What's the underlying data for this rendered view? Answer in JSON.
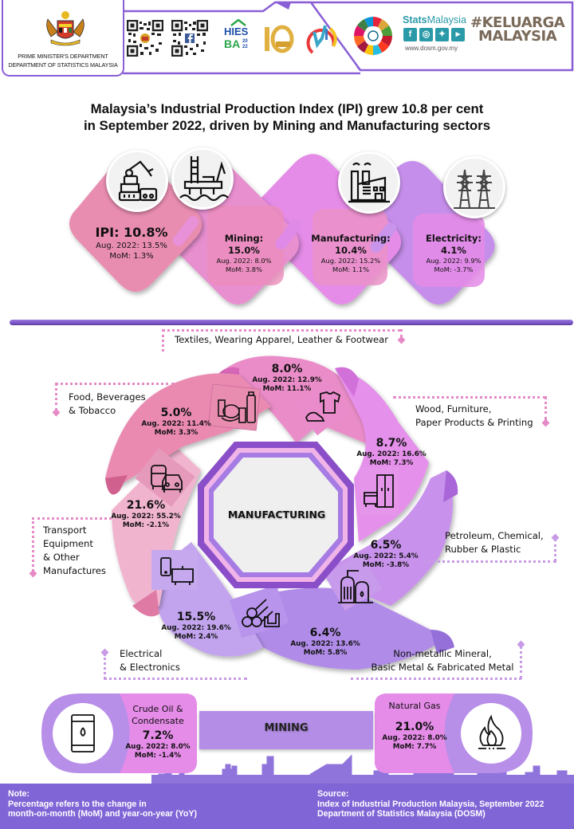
{
  "header": {
    "org_line1": "PRIME MINISTER'S DEPARTMENT",
    "org_line2": "DEPARTMENT OF STATISTICS MALAYSIA",
    "hies_logo": "HIES BA 2022",
    "stats_brand_bold": "Stats",
    "stats_brand_rest": "Malaysia",
    "social_icons": [
      "facebook-icon",
      "instagram-icon",
      "twitter-icon",
      "youtube-icon"
    ],
    "website": "www.dosm.gov.my",
    "campaign_line1": "#KELUARGA",
    "campaign_line2": "MALAYSIA"
  },
  "title": {
    "line1": "Malaysia’s Industrial Production Index (IPI) grew 10.8 per cent",
    "line2": "in September 2022, driven by Mining and Manufacturing sectors"
  },
  "sectors": [
    {
      "name": "IPI: 10.8%",
      "aug": "Aug. 2022: 13.5%",
      "mom": "MoM: 1.3%",
      "icon": "robot-arm-icon",
      "color": "#e98db0"
    },
    {
      "name": "Mining:",
      "value": "15.0%",
      "aug": "Aug. 2022: 8.0%",
      "mom": "MoM: 3.8%",
      "icon": "oil-rig-icon",
      "color": "#e88fd0"
    },
    {
      "name": "Manufacturing:",
      "value": "10.4%",
      "aug": "Aug. 2022: 15.2%",
      "mom": "MoM: 1.1%",
      "icon": "factory-icon",
      "color": "#e58be8"
    },
    {
      "name": "Electricity:",
      "value": "4.1%",
      "aug": "Aug. 2022: 9.9%",
      "mom": "MoM: -3.7%",
      "icon": "power-tower-icon",
      "color": "#c58eea"
    }
  ],
  "manufacturing": {
    "center_label": "MANUFACTURING",
    "items": [
      {
        "label": "Textiles, Wearing Apparel, Leather & Footwear",
        "value": "8.0%",
        "aug": "Aug. 2022: 12.9%",
        "mom": "MoM: 11.1%",
        "icon": "shirt-shoe-icon",
        "color": "#ea8cc8"
      },
      {
        "label": "Wood, Furniture, Paper Products & Printing",
        "label_lines": [
          "Wood, Furniture,",
          "Paper Products & Printing"
        ],
        "value": "8.7%",
        "aug": "Aug. 2022: 16.6%",
        "mom": "MoM: 7.3%",
        "icon": "furniture-icon",
        "color": "#e590ea"
      },
      {
        "label": "Petroleum, Chemical, Rubber & Plastic",
        "label_lines": [
          "Petroleum, Chemical,",
          "Rubber & Plastic"
        ],
        "value": "6.5%",
        "aug": "Aug. 2022: 5.4%",
        "mom": "MoM: -3.8%",
        "icon": "refinery-icon",
        "color": "#c892ec"
      },
      {
        "label": "Non-metallic Mineral, Basic Metal & Fabricated Metal",
        "label_lines": [
          "Non-metallic Mineral,",
          "Basic Metal & Fabricated Metal"
        ],
        "value": "6.4%",
        "aug": "Aug. 2022: 13.6%",
        "mom": "MoM: 5.8%",
        "icon": "metal-pipes-icon",
        "color": "#b08ce8"
      },
      {
        "label": "Electrical & Electronics",
        "label_lines": [
          "Electrical",
          "& Electronics"
        ],
        "value": "15.5%",
        "aug": "Aug. 2022: 19.6%",
        "mom": "MoM: 2.4%",
        "icon": "devices-icon",
        "color": "#c2a4ee"
      },
      {
        "label": "Transport Equipment & Other Manufactures",
        "label_lines": [
          "Transport",
          "Equipment",
          "& Other",
          "Manufactures"
        ],
        "value": "21.6%",
        "aug": "Aug. 2022: 55.2%",
        "mom": "MoM: -2.1%",
        "icon": "vehicles-icon",
        "color": "#f1b4cf"
      },
      {
        "label": "Food, Beverages & Tobacco",
        "label_lines": [
          "Food, Beverages",
          "& Tobacco"
        ],
        "value": "5.0%",
        "aug": "Aug. 2022: 11.4%",
        "mom": "MoM: 3.3%",
        "icon": "groceries-icon",
        "color": "#ea8ab1"
      }
    ]
  },
  "mining": {
    "center_label": "MINING",
    "crude": {
      "label_lines": [
        "Crude Oil &",
        "Condensate"
      ],
      "value": "7.2%",
      "aug": "Aug. 2022: 8.0%",
      "mom": "MoM: -1.4%",
      "icon": "oil-barrel-icon"
    },
    "gas": {
      "label": "Natural Gas",
      "value": "21.0%",
      "aug": "Aug. 2022: 8.0%",
      "mom": "MoM: 7.7%",
      "icon": "flame-icon"
    }
  },
  "footer": {
    "note_title": "Note:",
    "note_line1": "Percentage refers to the change in",
    "note_line2": "month-on-month (MoM) and year-on-year (YoY)",
    "source_title": "Source:",
    "source_line1": "Index of Industrial Production Malaysia, September 2022",
    "source_line2": "Department of Statistics Malaysia (DOSM)"
  },
  "colors": {
    "purple_dark": "#8a5fd6",
    "footer": "#8065d6",
    "pink": "#e98db0",
    "magenta": "#e58be8",
    "lavender": "#c58eea"
  }
}
